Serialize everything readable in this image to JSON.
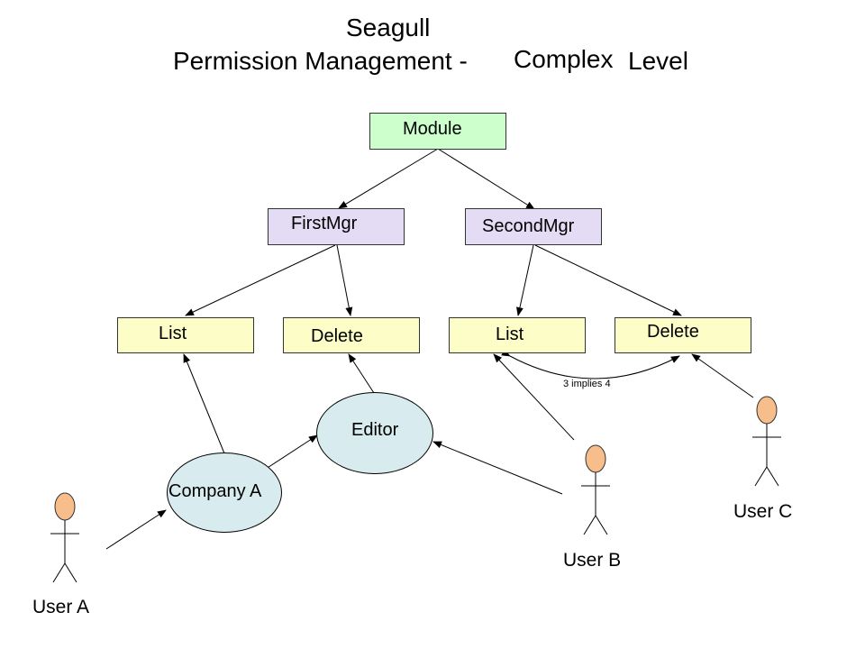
{
  "title": {
    "line1": "Seagull",
    "line2_left": "Permission Management -",
    "line2_mid": "Complex",
    "line2_right": "Level"
  },
  "nodes": {
    "module": "Module",
    "first_mgr": "FirstMgr",
    "second_mgr": "SecondMgr",
    "first_list": "List",
    "first_delete": "Delete",
    "second_list": "List",
    "second_delete": "Delete"
  },
  "roles": {
    "editor": "Editor",
    "company_a": "Company A"
  },
  "users": {
    "user_a": "User A",
    "user_b": "User B",
    "user_c": "User C"
  },
  "annotation": "3 implies 4",
  "colors": {
    "module_fill": "#ccffcc",
    "manager_fill": "#e4dcf4",
    "permission_fill": "#fdfdc8",
    "role_fill": "#d8ebee",
    "user_head_fill": "#f7bd8a"
  }
}
